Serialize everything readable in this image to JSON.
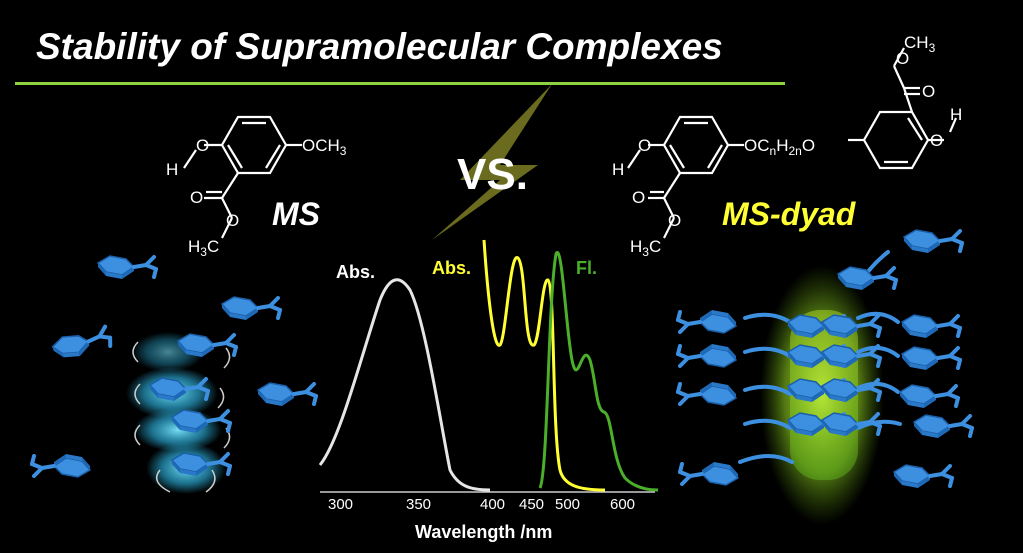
{
  "title": "Stability of Supramolecular Complexes",
  "vs_label": "VS.",
  "ms_label": "MS",
  "dyad_label": "MS-dyad",
  "structures": {
    "ms_groups": {
      "oh_o": "O",
      "oh_h": "H",
      "ome": "OCH",
      "ome_sub": "3",
      "carbonyl_o": "O",
      "ester_o": "O",
      "methyl": "H",
      "methyl_sub": "3",
      "methyl_c": "C"
    },
    "dyad_groups": {
      "left_o": "O",
      "left_h": "H",
      "linker": "OC",
      "linker_n": "n",
      "linker_h": "H",
      "linker_2n": "2n",
      "linker_o": "O",
      "right_o": "O",
      "right_h": "H",
      "top_o": "O",
      "top_ch": "CH",
      "top_sub": "3",
      "top_carbonyl": "O",
      "bottom_o": "O",
      "bottom_carbonyl": "O",
      "bottom_h": "H",
      "bottom_sub": "3",
      "bottom_c": "C"
    }
  },
  "spectrum": {
    "abs_white_label": "Abs.",
    "abs_yellow_label": "Abs.",
    "fl_label": "Fl.",
    "xlabel": "Wavelength /nm",
    "x_ticks": [
      "300",
      "350",
      "400",
      "450",
      "500",
      "600"
    ]
  },
  "colors": {
    "accent_line": "#8fd13f",
    "ms_dyad": "#ffff33",
    "abs_white": "#e6e6e6",
    "abs_yellow": "#ffff33",
    "fl_green": "#4caf2a",
    "molecule_blue": "#3d8fe0",
    "glow_cyan": "#33ccff",
    "glow_green": "#ccff33",
    "bolt": "#6b6b1f"
  }
}
